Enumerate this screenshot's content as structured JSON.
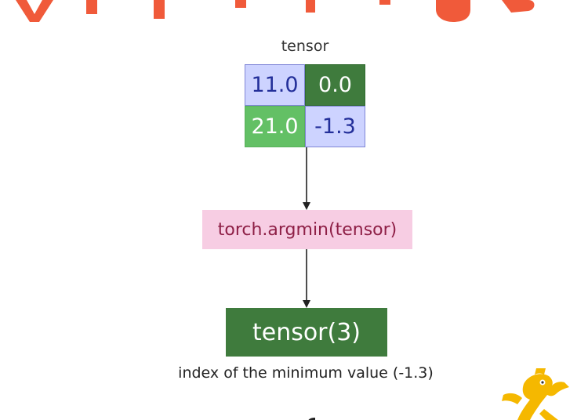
{
  "input": {
    "label": "tensor",
    "cells": [
      "11.0",
      "0.0",
      "21.0",
      "-1.3"
    ]
  },
  "operation": {
    "label": "torch.argmin(tensor)"
  },
  "output": {
    "label": "tensor(3)",
    "caption": "index of the minimum value (-1.3)"
  },
  "colors": {
    "title_orange": "#f05a3a",
    "cell_light": "#cdd3ff",
    "cell_dark_green": "#3f7b3d",
    "cell_mid_green": "#63c065",
    "func_pink": "#f7cde3",
    "func_text": "#8e1f46",
    "logo_yellow": "#f5b800"
  },
  "icons": {
    "logo": "mascot-logo-icon",
    "arrow": "arrow-down-icon"
  }
}
